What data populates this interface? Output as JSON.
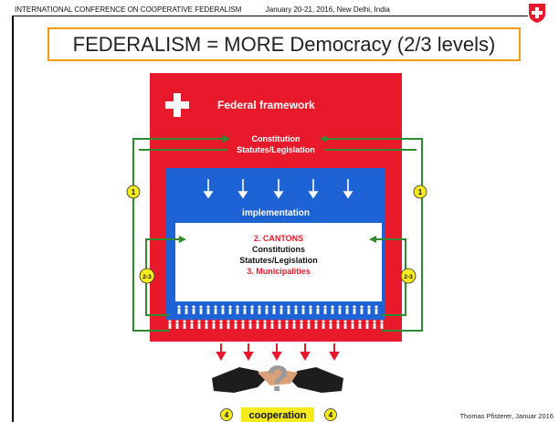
{
  "header": {
    "conference": "INTERNATIONAL CONFERENCE ON COOPERATIVE FEDERALISM",
    "date_place": "January 20-21, 2016, New Delhi, India"
  },
  "title": "FEDERALISM = MORE Democracy (2/3 levels)",
  "diagram": {
    "federal_label": "Federal framework",
    "constitution": "Constitution",
    "statutes": "Statutes/Legislation",
    "implementation": "implementation",
    "cantons": "2. CANTONS",
    "constitutions": "Constitutions",
    "cantonal_statutes": "Statutes/Legislation",
    "municipalities": "3. Municipalities",
    "level_one": "1",
    "level_two_three": "2-3",
    "level_four": "4",
    "cooperation": "cooperation",
    "question_mark": "?"
  },
  "footer": {
    "credit": "Thomas Pfisterer, Januar 2016"
  },
  "colors": {
    "red": "#e8192a",
    "blue": "#1e63d6",
    "green": "#2e8b2e",
    "orange": "#f39c12",
    "yellow": "#f5ea1c"
  }
}
